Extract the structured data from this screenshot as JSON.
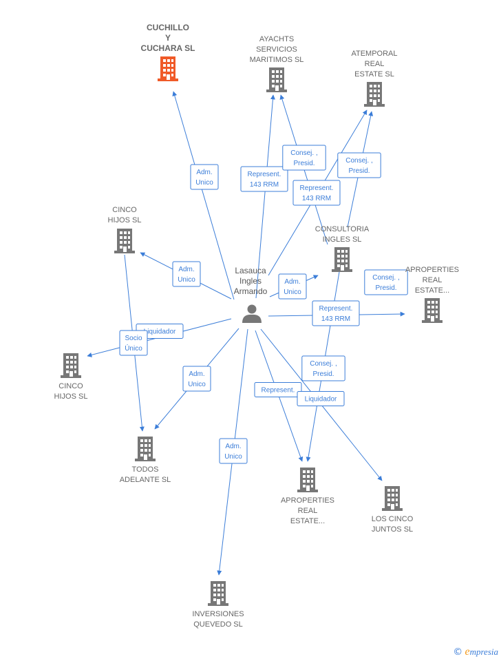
{
  "person": {
    "name_lines": [
      "Lasauca",
      "Ingles",
      "Armando"
    ]
  },
  "colors": {
    "edge": "#3b7dd8",
    "building": "#777777",
    "building_main": "#f05a28",
    "brand_orange": "#f39a1d"
  },
  "companies": [
    {
      "id": "cuchillo",
      "lines": [
        "CUCHILLO",
        "Y",
        "CUCHARA  SL"
      ],
      "main": true
    },
    {
      "id": "ayachts",
      "lines": [
        "AYACHTS",
        "SERVICIOS",
        "MARITIMOS  SL"
      ]
    },
    {
      "id": "atemporal",
      "lines": [
        "ATEMPORAL",
        "REAL",
        "ESTATE  SL"
      ]
    },
    {
      "id": "cinco1",
      "lines": [
        "CINCO",
        "HIJOS SL"
      ]
    },
    {
      "id": "consultoria",
      "lines": [
        "CONSULTORIA",
        "INGLES SL"
      ]
    },
    {
      "id": "aprop1",
      "lines": [
        "APROPERTIES",
        "REAL",
        "ESTATE..."
      ]
    },
    {
      "id": "cinco2",
      "lines": [
        "CINCO",
        "HIJOS SL"
      ]
    },
    {
      "id": "todos",
      "lines": [
        "TODOS",
        "ADELANTE  SL"
      ]
    },
    {
      "id": "aprop2",
      "lines": [
        "APROPERTIES",
        "REAL",
        "ESTATE..."
      ]
    },
    {
      "id": "loscinco",
      "lines": [
        "LOS CINCO",
        "JUNTOS  SL"
      ]
    },
    {
      "id": "inversiones",
      "lines": [
        "INVERSIONES",
        "QUEVEDO  SL"
      ]
    }
  ],
  "edges": [
    {
      "from": "person",
      "to": "cuchillo",
      "label": [
        "Adm.",
        "Unico"
      ]
    },
    {
      "from": "person",
      "to": "ayachts",
      "label": [
        "Represent.",
        "143 RRM"
      ]
    },
    {
      "from": "consultoria",
      "to": "ayachts",
      "label": [
        "Consej. ,",
        "Presid."
      ]
    },
    {
      "from": "person",
      "to": "atemporal",
      "label": [
        "Represent.",
        "143 RRM"
      ]
    },
    {
      "from": "consultoria",
      "to": "atemporal",
      "label": [
        "Consej. ,",
        "Presid."
      ]
    },
    {
      "from": "person",
      "to": "cinco1",
      "label": [
        "Adm.",
        "Unico"
      ]
    },
    {
      "from": "person",
      "to": "consultoria",
      "label": [
        "Adm.",
        "Unico"
      ]
    },
    {
      "from": "person",
      "to": "aprop1",
      "label": [
        "Represent.",
        "143 RRM"
      ]
    },
    {
      "from": "consultoria",
      "to": "aprop1",
      "label": [
        "Consej. ,",
        "Presid."
      ]
    },
    {
      "from": "person",
      "to": "cinco2",
      "label": [
        "Liquidador"
      ]
    },
    {
      "from": "cinco1",
      "to": "todos",
      "label": [
        "Socio",
        "Único"
      ]
    },
    {
      "from": "person",
      "to": "todos",
      "label": [
        "Adm.",
        "Unico"
      ]
    },
    {
      "from": "person",
      "to": "aprop2",
      "label": [
        "Represent."
      ]
    },
    {
      "from": "consultoria",
      "to": "aprop2",
      "label": [
        "Consej. ,",
        "Presid."
      ]
    },
    {
      "from": "person",
      "to": "loscinco",
      "label": [
        "Liquidador"
      ]
    },
    {
      "from": "person",
      "to": "inversiones",
      "label": [
        "Adm.",
        "Unico"
      ]
    }
  ],
  "brand": {
    "copyright": "©",
    "e": "e",
    "rest": "mpresia"
  }
}
